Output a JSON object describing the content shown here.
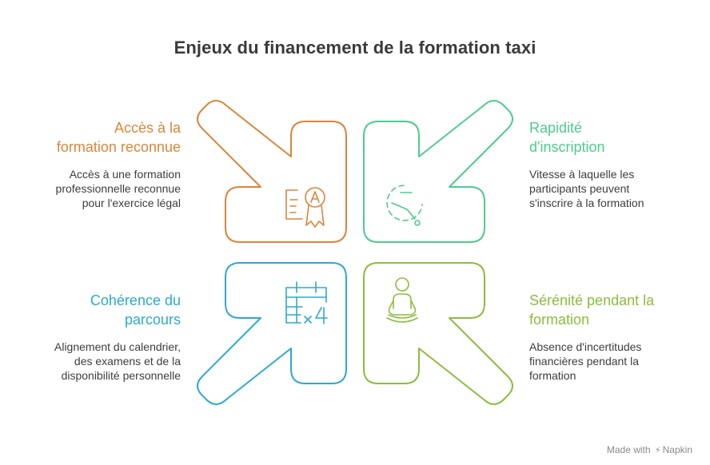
{
  "title": "Enjeux du financement de la formation taxi",
  "colors": {
    "orange": "#d9853b",
    "green": "#4ecb8d",
    "blue": "#2ea9cf",
    "lime": "#8cbc3f"
  },
  "items": [
    {
      "label_lines": [
        "Accès à la",
        "formation reconnue"
      ],
      "desc_lines": [
        "Accès à une formation",
        "professionnelle reconnue",
        "pour l'exercice légal"
      ],
      "icon": "certificate-award-icon"
    },
    {
      "label_lines": [
        "Rapidité",
        "d'inscription"
      ],
      "desc_lines": [
        "Vitesse à laquelle les",
        "participants peuvent",
        "s'inscrire à la formation"
      ],
      "icon": "stopwatch-icon"
    },
    {
      "label_lines": [
        "Cohérence du",
        "parcours"
      ],
      "desc_lines": [
        "Alignement du calendrier,",
        "des examens et de la",
        "disponibilité personnelle"
      ],
      "icon": "calendar-schedule-icon"
    },
    {
      "label_lines": [
        "Sérénité pendant la",
        "formation"
      ],
      "desc_lines": [
        "Absence d'incertitudes",
        "financières pendant la",
        "formation"
      ],
      "icon": "meditation-person-icon"
    }
  ],
  "brand": {
    "made_with": "Made with",
    "name": "Napkin"
  }
}
